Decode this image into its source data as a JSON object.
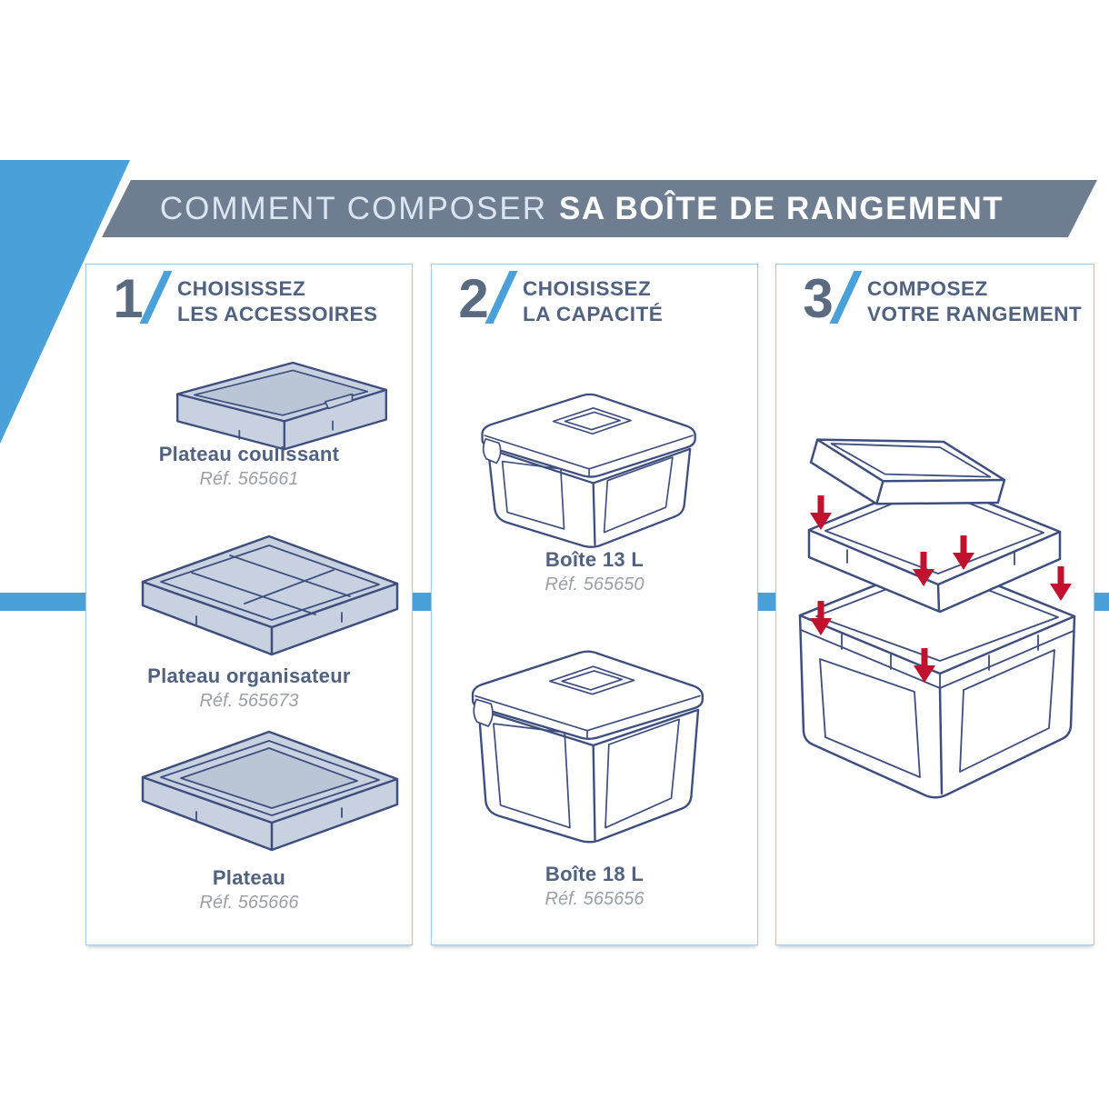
{
  "colors": {
    "accent_blue": "#4aa0d8",
    "banner_slate": "#6f7d91",
    "heading_slate": "#50627f",
    "number_slate": "#5a6a80",
    "caption_slate": "#50627f",
    "ref_gray": "#9aa0a6",
    "line_navy": "#3e4e7e",
    "tray_fill": "#c8d1df",
    "tray_fill_dark": "#bac5d6",
    "arrow_red": "#c0112e",
    "panel_border": "#a9c9e2",
    "banner_text_light": "#dce6f2"
  },
  "banner": {
    "title_regular": "COMMENT COMPOSER",
    "title_bold": "SA BOÎTE DE RANGEMENT"
  },
  "panels": [
    {
      "number": "1",
      "heading_line1": "CHOISISSEZ",
      "heading_line2": "LES ACCESSOIRES",
      "items": [
        {
          "name": "Plateau coulissant",
          "ref": "Réf. 565661",
          "illustration": "sliding-tray"
        },
        {
          "name": "Plateau organisateur",
          "ref": "Réf. 565673",
          "illustration": "organizer-tray"
        },
        {
          "name": "Plateau",
          "ref": "Réf. 565666",
          "illustration": "tray"
        }
      ]
    },
    {
      "number": "2",
      "heading_line1": "CHOISISSEZ",
      "heading_line2": "LA CAPACITÉ",
      "items": [
        {
          "name": "Boîte 13 L",
          "ref": "Réf. 565650",
          "illustration": "storage-box-13l"
        },
        {
          "name": "Boîte 18 L",
          "ref": "Réf. 565656",
          "illustration": "storage-box-18l"
        }
      ]
    },
    {
      "number": "3",
      "heading_line1": "COMPOSEZ",
      "heading_line2": "VOTRE RANGEMENT",
      "items": [],
      "illustration": "exploded-assembly-with-down-arrows"
    }
  ]
}
